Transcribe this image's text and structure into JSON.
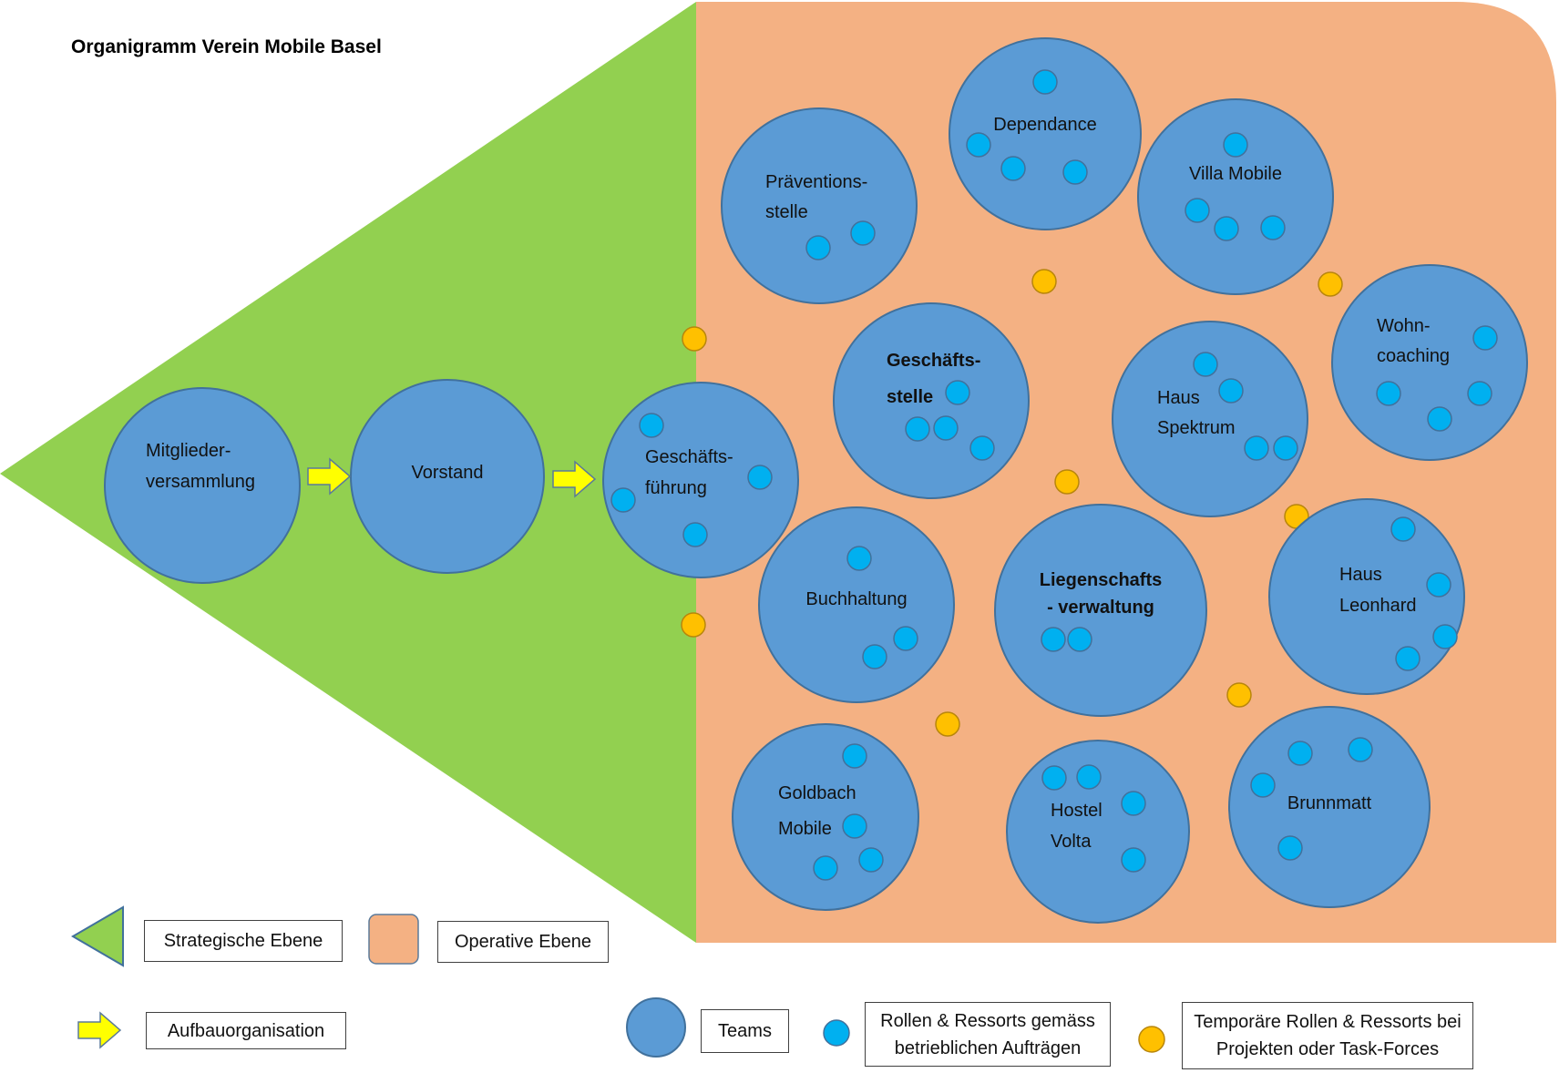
{
  "title": "Organigramm Verein Mobile Basel",
  "colors": {
    "strategic": "#92d050",
    "operative": "#f4b183",
    "team": "#5b9bd5",
    "team_stroke": "#41719c",
    "role": "#00b0f0",
    "temp_role": "#ffc000",
    "arrow": "#ffff00"
  },
  "teams": {
    "mitglieder": [
      "Mitglieder-",
      "versammlung"
    ],
    "vorstand": [
      "Vorstand"
    ],
    "geschaeftsfuehrung": [
      "Geschäfts-",
      "führung"
    ],
    "praevention": [
      "Präventions-",
      "stelle"
    ],
    "dependance": [
      "Dependance"
    ],
    "villa": [
      "Villa Mobile"
    ],
    "wohncoaching": [
      "Wohn-",
      "coaching"
    ],
    "geschaeftsstelle": [
      "Geschäfts-",
      "stelle"
    ],
    "spektrum": [
      "Haus",
      "Spektrum"
    ],
    "buchhaltung": [
      "Buchhaltung"
    ],
    "liegenschaft": [
      "Liegenschafts",
      "- verwaltung"
    ],
    "leonhard": [
      "Haus",
      "Leonhard"
    ],
    "goldbach": [
      "Goldbach",
      "Mobile"
    ],
    "volta": [
      "Hostel",
      "Volta"
    ],
    "brunnmatt": [
      "Brunnmatt"
    ]
  },
  "legend": {
    "strategic": "Strategische Ebene",
    "operative": "Operative Ebene",
    "aufbau": "Aufbauorganisation",
    "teams": "Teams",
    "roles": "Rollen & Ressorts gemäss betrieblichen Aufträgen",
    "temp_roles": "Temporäre Rollen & Ressorts bei Projekten oder Task-Forces"
  }
}
